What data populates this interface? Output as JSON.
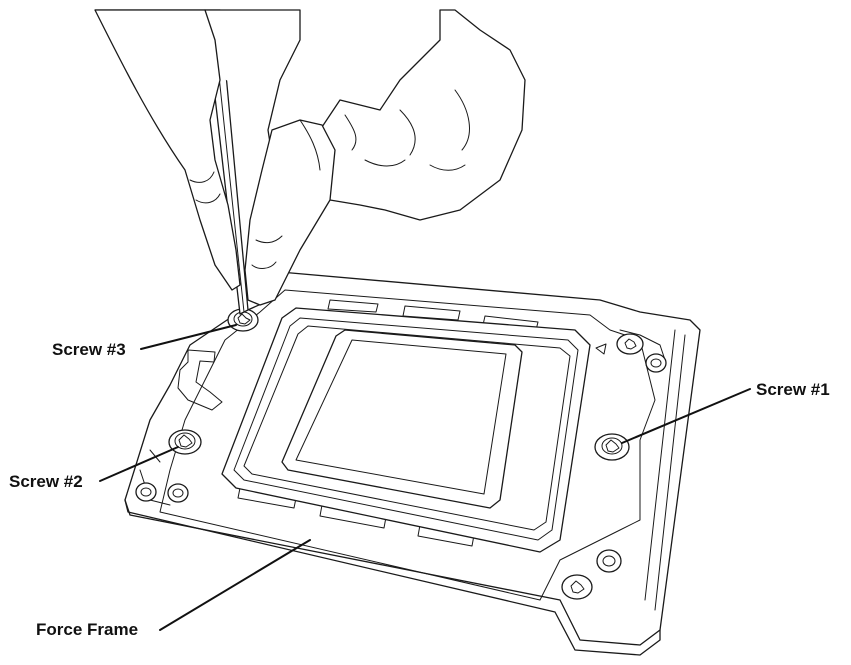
{
  "callouts": {
    "screw3": "Screw #3",
    "screw1": "Screw #1",
    "screw2": "Screw #2",
    "force_frame": "Force Frame"
  },
  "colors": {
    "ink": "#1a1a1a",
    "background": "#ffffff"
  },
  "icons": {
    "screwdriver": "screwdriver-icon",
    "screw": "torx-screw-icon"
  }
}
